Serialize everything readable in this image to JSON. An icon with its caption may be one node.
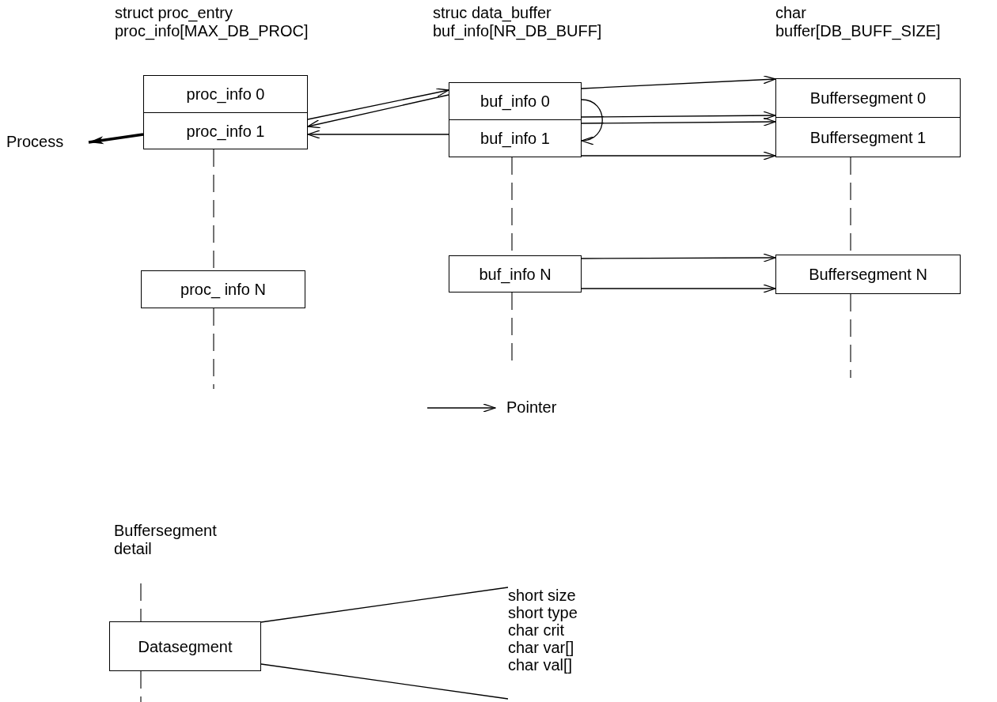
{
  "diagram": {
    "nodes": [
      {
        "text": [
          "proc_info 0"
        ]
      },
      {
        "text": [
          "proc_info 1"
        ]
      },
      {
        "text": [
          "proc_ info N"
        ]
      },
      {
        "text": [
          "buf_info 0"
        ]
      },
      {
        "text": [
          "buf_info 1"
        ]
      },
      {
        "text": [
          "buf_info N"
        ]
      },
      {
        "text": [
          "Buffersegment 0"
        ]
      },
      {
        "text": [
          "Buffersegment 1"
        ]
      },
      {
        "text": [
          "Buffersegment N"
        ]
      },
      {
        "text": [
          "Process"
        ]
      },
      {
        "text": [
          "Datasegment"
        ]
      },
      {
        "text": [
          "short size",
          "short type",
          "char crit",
          "char var[]",
          "char val[]"
        ]
      }
    ],
    "edges": [
      {
        "from": 1,
        "to": 3,
        "arrow": "to"
      },
      {
        "from": 3,
        "to": 1,
        "arrow": "to"
      },
      {
        "from": 4,
        "to": 1,
        "arrow": "to"
      },
      {
        "from": 3,
        "to": 6,
        "arrow": "to"
      },
      {
        "from": 3,
        "to": 4,
        "arrow": "to"
      },
      {
        "from": 3,
        "to": 6,
        "arrow": "to"
      },
      {
        "from": 4,
        "to": 7,
        "arrow": "to"
      },
      {
        "from": 4,
        "to": 7,
        "arrow": "to"
      },
      {
        "from": 5,
        "to": 8,
        "arrow": "to"
      },
      {
        "from": 5,
        "to": 8,
        "arrow": "to"
      },
      {
        "from": 1,
        "to": 9,
        "arrow": "to",
        "style": "thick"
      },
      {
        "from": 10,
        "to": 11,
        "arrow": "none"
      },
      {
        "from": 10,
        "to": 11,
        "arrow": "none"
      },
      {
        "from": 1,
        "to": 2,
        "arrow": "none",
        "style": "dashed"
      },
      {
        "from": 4,
        "to": 5,
        "arrow": "none",
        "style": "dashed"
      },
      {
        "from": 7,
        "to": 8,
        "arrow": "none",
        "style": "dashed"
      },
      {
        "from": 2,
        "to": null,
        "arrow": "none",
        "style": "dashed"
      },
      {
        "from": 5,
        "to": null,
        "arrow": "none",
        "style": "dashed"
      },
      {
        "from": 8,
        "to": null,
        "arrow": "none",
        "style": "dashed"
      },
      {
        "from": null,
        "to": 10,
        "arrow": "none",
        "style": "dashed"
      },
      {
        "from": 10,
        "to": null,
        "arrow": "none",
        "style": "dashed"
      }
    ],
    "labels": [
      "struct proc_entry proc_info[MAX_DB_PROC]",
      "struc data_buffer buf_info[NR_DB_BUFF]",
      "char buffer[DB_BUFF_SIZE]",
      "Buffersegment detail"
    ],
    "legend": [
      {
        "text": "Pointer"
      }
    ]
  }
}
